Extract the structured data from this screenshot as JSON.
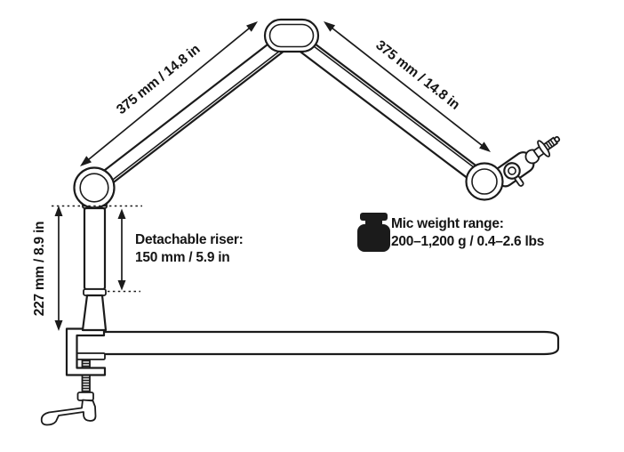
{
  "diagram": {
    "title": "microphone-boom-arm-dimensions",
    "colors": {
      "line": "#1b1b1b",
      "background": "#ffffff"
    },
    "labels": {
      "upper_arm_left": "375 mm / 14.8 in",
      "upper_arm_right": "375 mm / 14.8 in",
      "total_height": "227 mm / 8.9 in",
      "riser_line1": "Detachable riser:",
      "riser_line2": "150 mm / 5.9 in",
      "weight_line1": "Mic weight range:",
      "weight_line2": "200–1,200 g / 0.4–2.6 lbs"
    },
    "icons": {
      "weight": "calibration-weight-icon"
    }
  }
}
